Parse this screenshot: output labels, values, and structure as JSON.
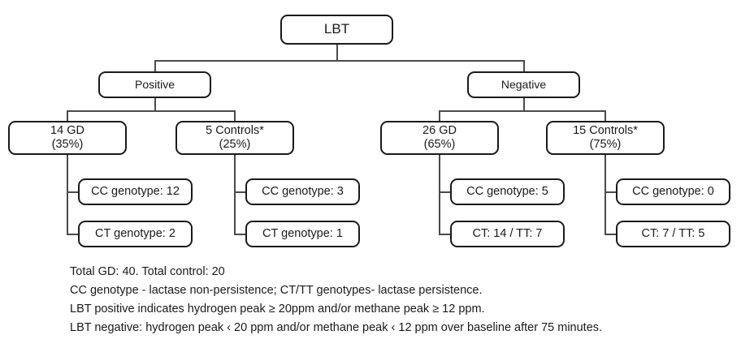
{
  "diagram": {
    "title_node": {
      "label": "LBT"
    },
    "level2": [
      {
        "label": "Positive"
      },
      {
        "label": "Negative"
      }
    ],
    "level3": [
      {
        "label": "14 GD\n(35%)"
      },
      {
        "label": "5 Controls*\n(25%)"
      },
      {
        "label": "26 GD\n(65%)"
      },
      {
        "label": "15 Controls*\n(75%)"
      }
    ],
    "leaves": [
      {
        "label": "CC genotype: 12"
      },
      {
        "label": "CT genotype: 2"
      },
      {
        "label": "CC genotype: 3"
      },
      {
        "label": "CT genotype: 1"
      },
      {
        "label": "CC genotype: 5"
      },
      {
        "label": "CT: 14 / TT: 7"
      },
      {
        "label": "CC genotype: 0"
      },
      {
        "label": "CT: 7 / TT: 5"
      }
    ]
  },
  "footnotes": [
    "Total GD: 40.  Total control: 20",
    "CC genotype - lactase non-persistence; CT/TT genotypes- lactase persistence.",
    "LBT positive indicates hydrogen peak ≥ 20ppm and/or methane peak ≥ 12 ppm.",
    "LBT negative: hydrogen peak ‹ 20 ppm and/or methane peak ‹ 12 ppm over baseline after 75 minutes."
  ],
  "colors": {
    "box_border": "#1a1a1a",
    "connector": "#4a4a4a",
    "text": "#1a1a1a",
    "background": "#ffffff"
  }
}
